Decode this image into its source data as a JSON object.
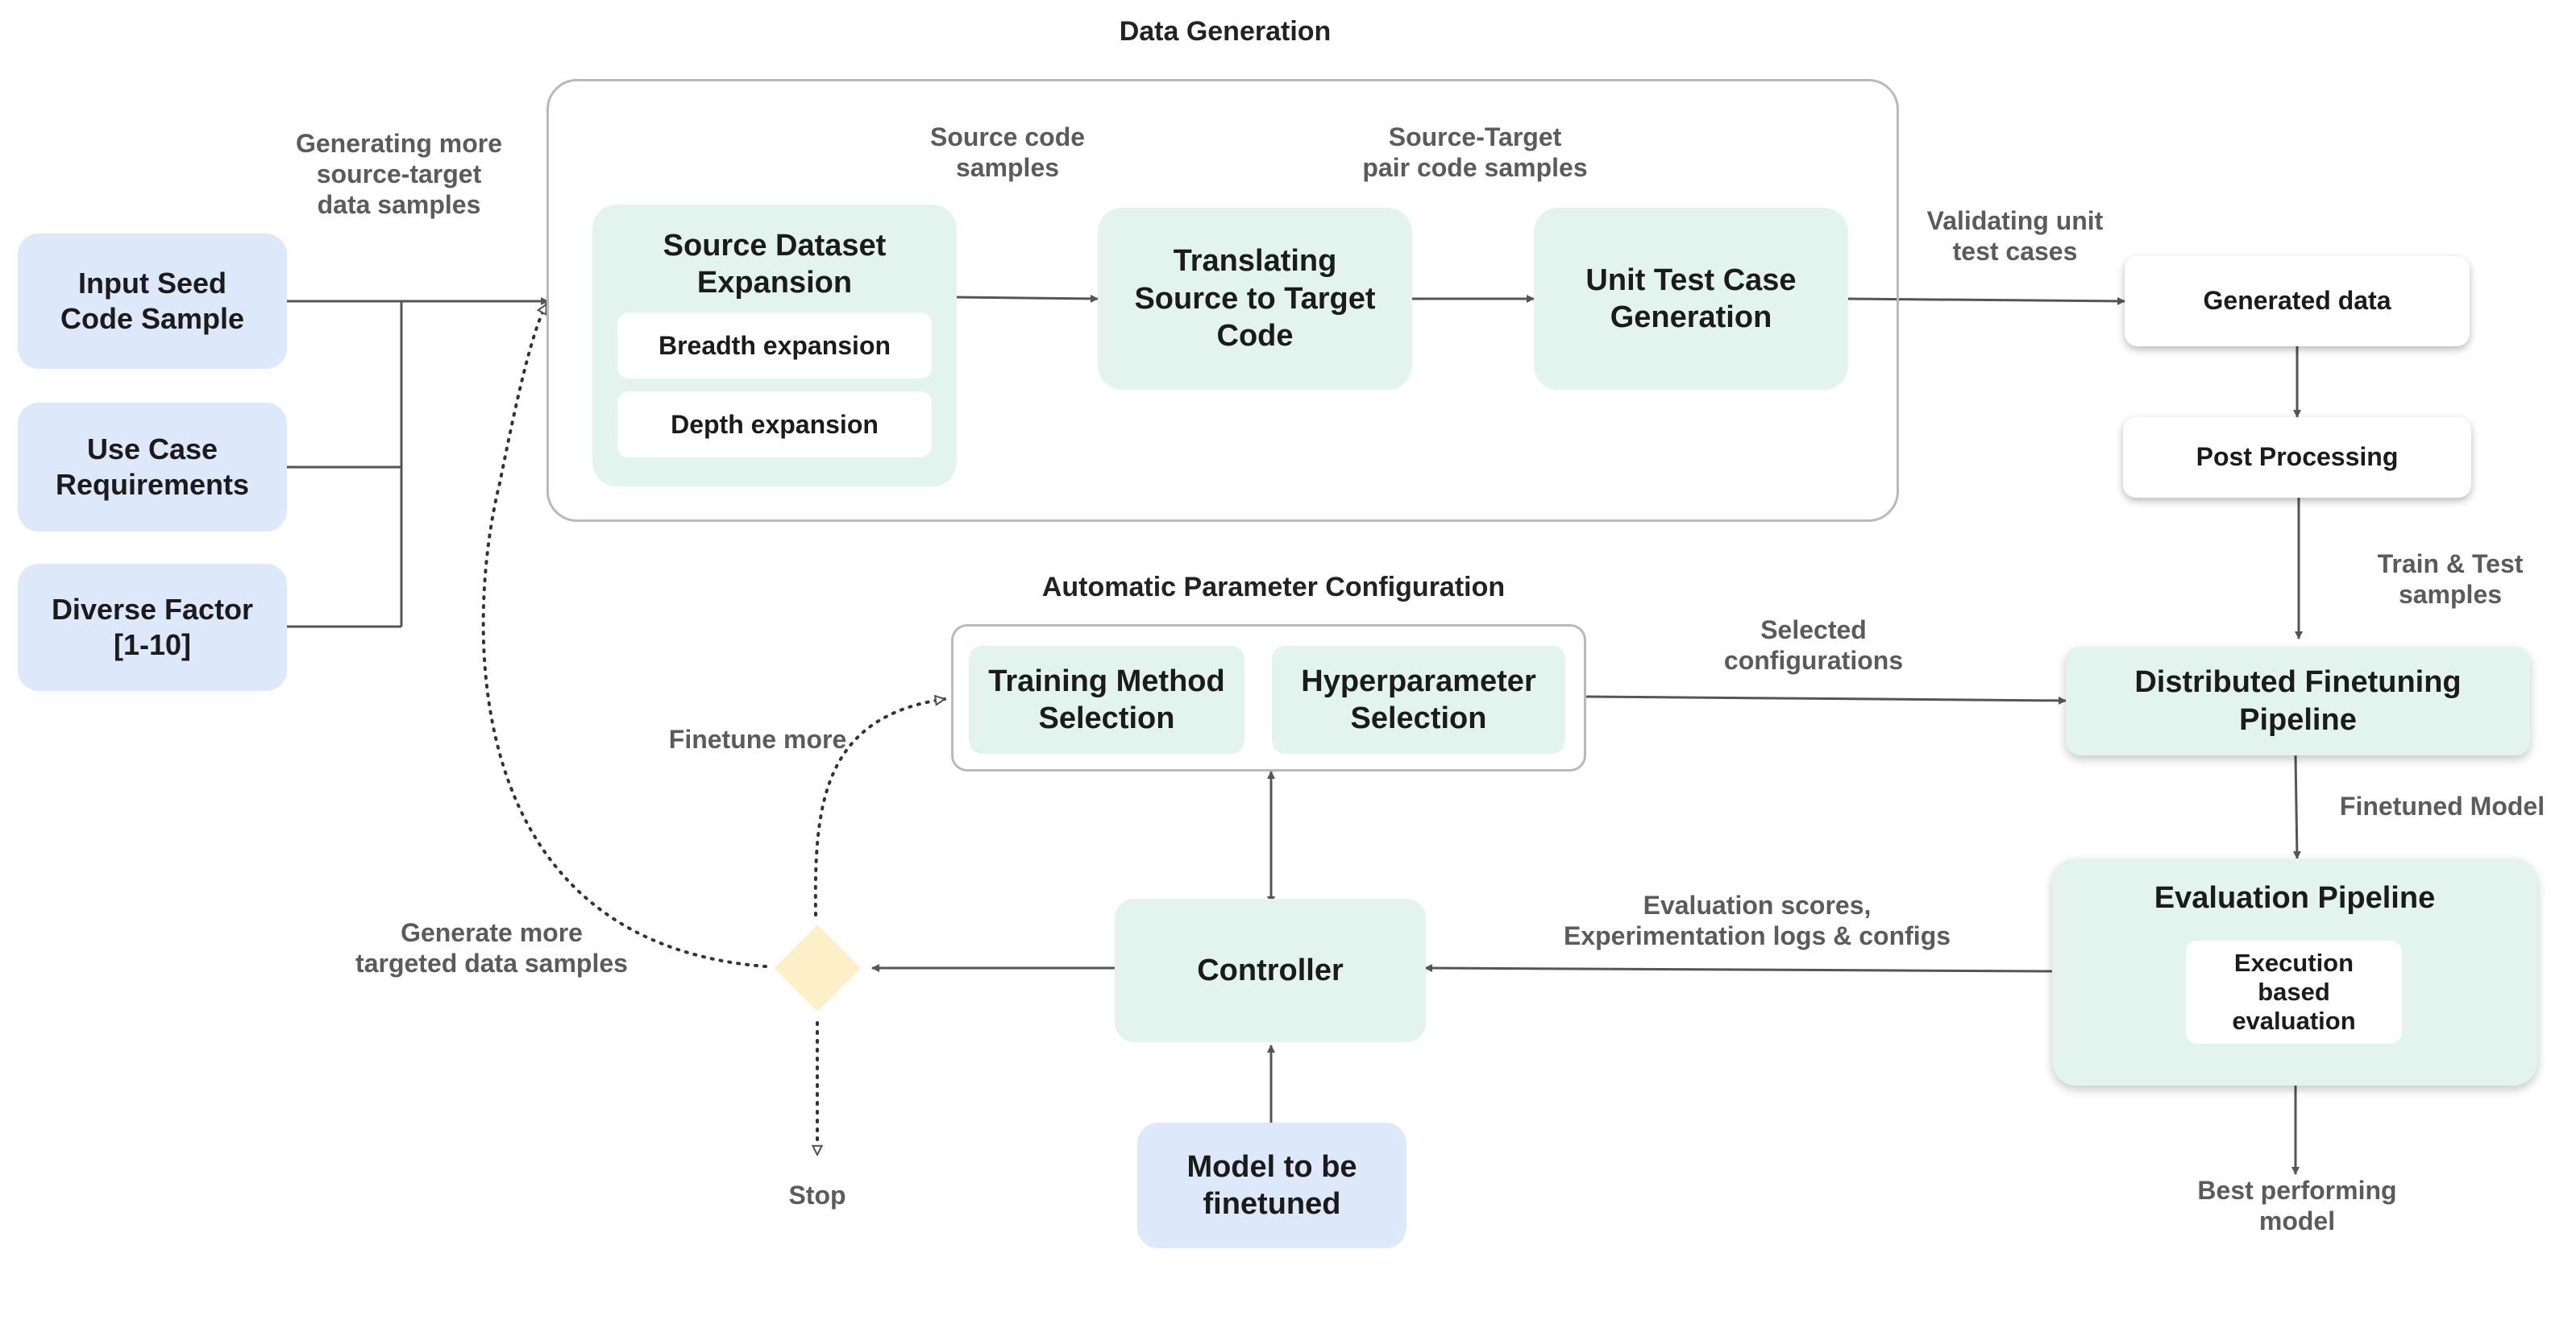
{
  "titles": {
    "data_generation": "Data Generation",
    "auto_param": "Automatic Parameter Configuration"
  },
  "inputs": {
    "seed": "Input Seed\nCode Sample",
    "use_case": "Use Case\nRequirements",
    "diverse_title": "Diverse Factor",
    "diverse_range": "[1-10]"
  },
  "data_gen": {
    "expansion_title": "Source Dataset\nExpansion",
    "breadth": "Breadth expansion",
    "depth": "Depth expansion",
    "translating": "Translating\nSource to Target\nCode",
    "unit_test": "Unit Test Case\nGeneration"
  },
  "pipeline": {
    "generated_data": "Generated data",
    "post_processing": "Post Processing",
    "distributed": "Distributed Finetuning\nPipeline",
    "evaluation_title": "Evaluation Pipeline",
    "execution_eval": "Execution\nbased\nevaluation"
  },
  "config": {
    "training_method": "Training Method\nSelection",
    "hyperparameter": "Hyperparameter\nSelection"
  },
  "control": {
    "controller": "Controller",
    "model": "Model to be\nfinetuned"
  },
  "edge_labels": {
    "generating_more": "Generating more\nsource-target\ndata samples",
    "source_code": "Source code\nsamples",
    "source_target": "Source-Target\npair code samples",
    "validating": "Validating unit\ntest cases",
    "train_test": "Train & Test\nsamples",
    "selected_configs": "Selected\nconfigurations",
    "finetuned_model": "Finetuned Model",
    "eval_scores": "Evaluation scores,\nExperimentation logs & configs",
    "finetune_more": "Finetune more",
    "generate_targeted": "Generate more\ntargeted data samples",
    "stop": "Stop",
    "best_model": "Best performing\nmodel"
  },
  "colors": {
    "input_fill": "#dde8fb",
    "process_fill": "#e3f4ee",
    "decision_fill": "#fdf0c9",
    "arrow": "#555555",
    "frame": "#b9b9b9",
    "label_text": "#5b5b5b"
  }
}
